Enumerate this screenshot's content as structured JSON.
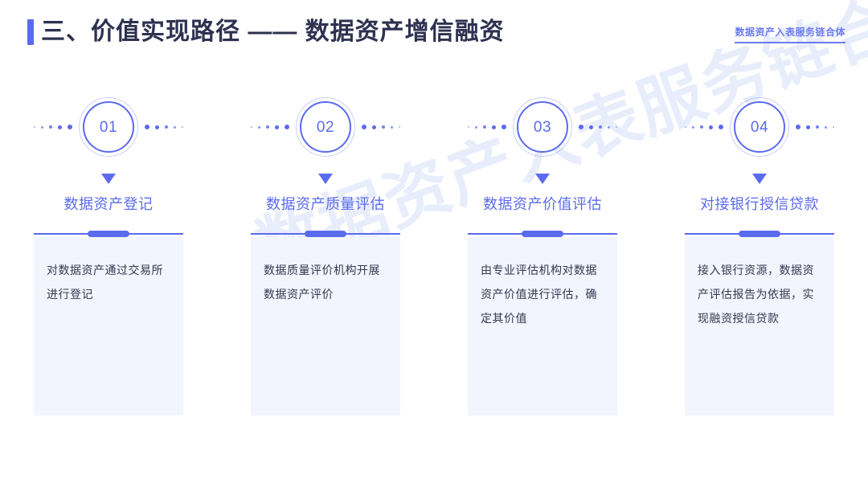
{
  "header": {
    "title": "三、价值实现路径 ——  数据资产增信融资",
    "accent_color": "#5b6bee",
    "title_color": "#2e3250",
    "corner_tag": "数据资产入表服务链合体"
  },
  "watermark": {
    "text": "数据资产入表服务链合体",
    "color": "#e8edfb"
  },
  "steps": [
    {
      "number": "01",
      "title": "数据资产登记",
      "body": "对数据资产通过交易所进行登记"
    },
    {
      "number": "02",
      "title": "数据资产质量评估",
      "body": "数据质量评价机构开展数据资产评价"
    },
    {
      "number": "03",
      "title": "数据资产价值评估",
      "body": "由专业评估机构对数据资产价值进行评估，确定其价值"
    },
    {
      "number": "04",
      "title": "对接银行授信贷款",
      "body": "接入银行资源，数据资产评估报告为依据，实现融资授信贷款"
    }
  ],
  "theme": {
    "primary": "#5b6bee",
    "card_bg": "#f2f5fe",
    "body_text": "#33384f",
    "page_bg": "#ffffff"
  }
}
